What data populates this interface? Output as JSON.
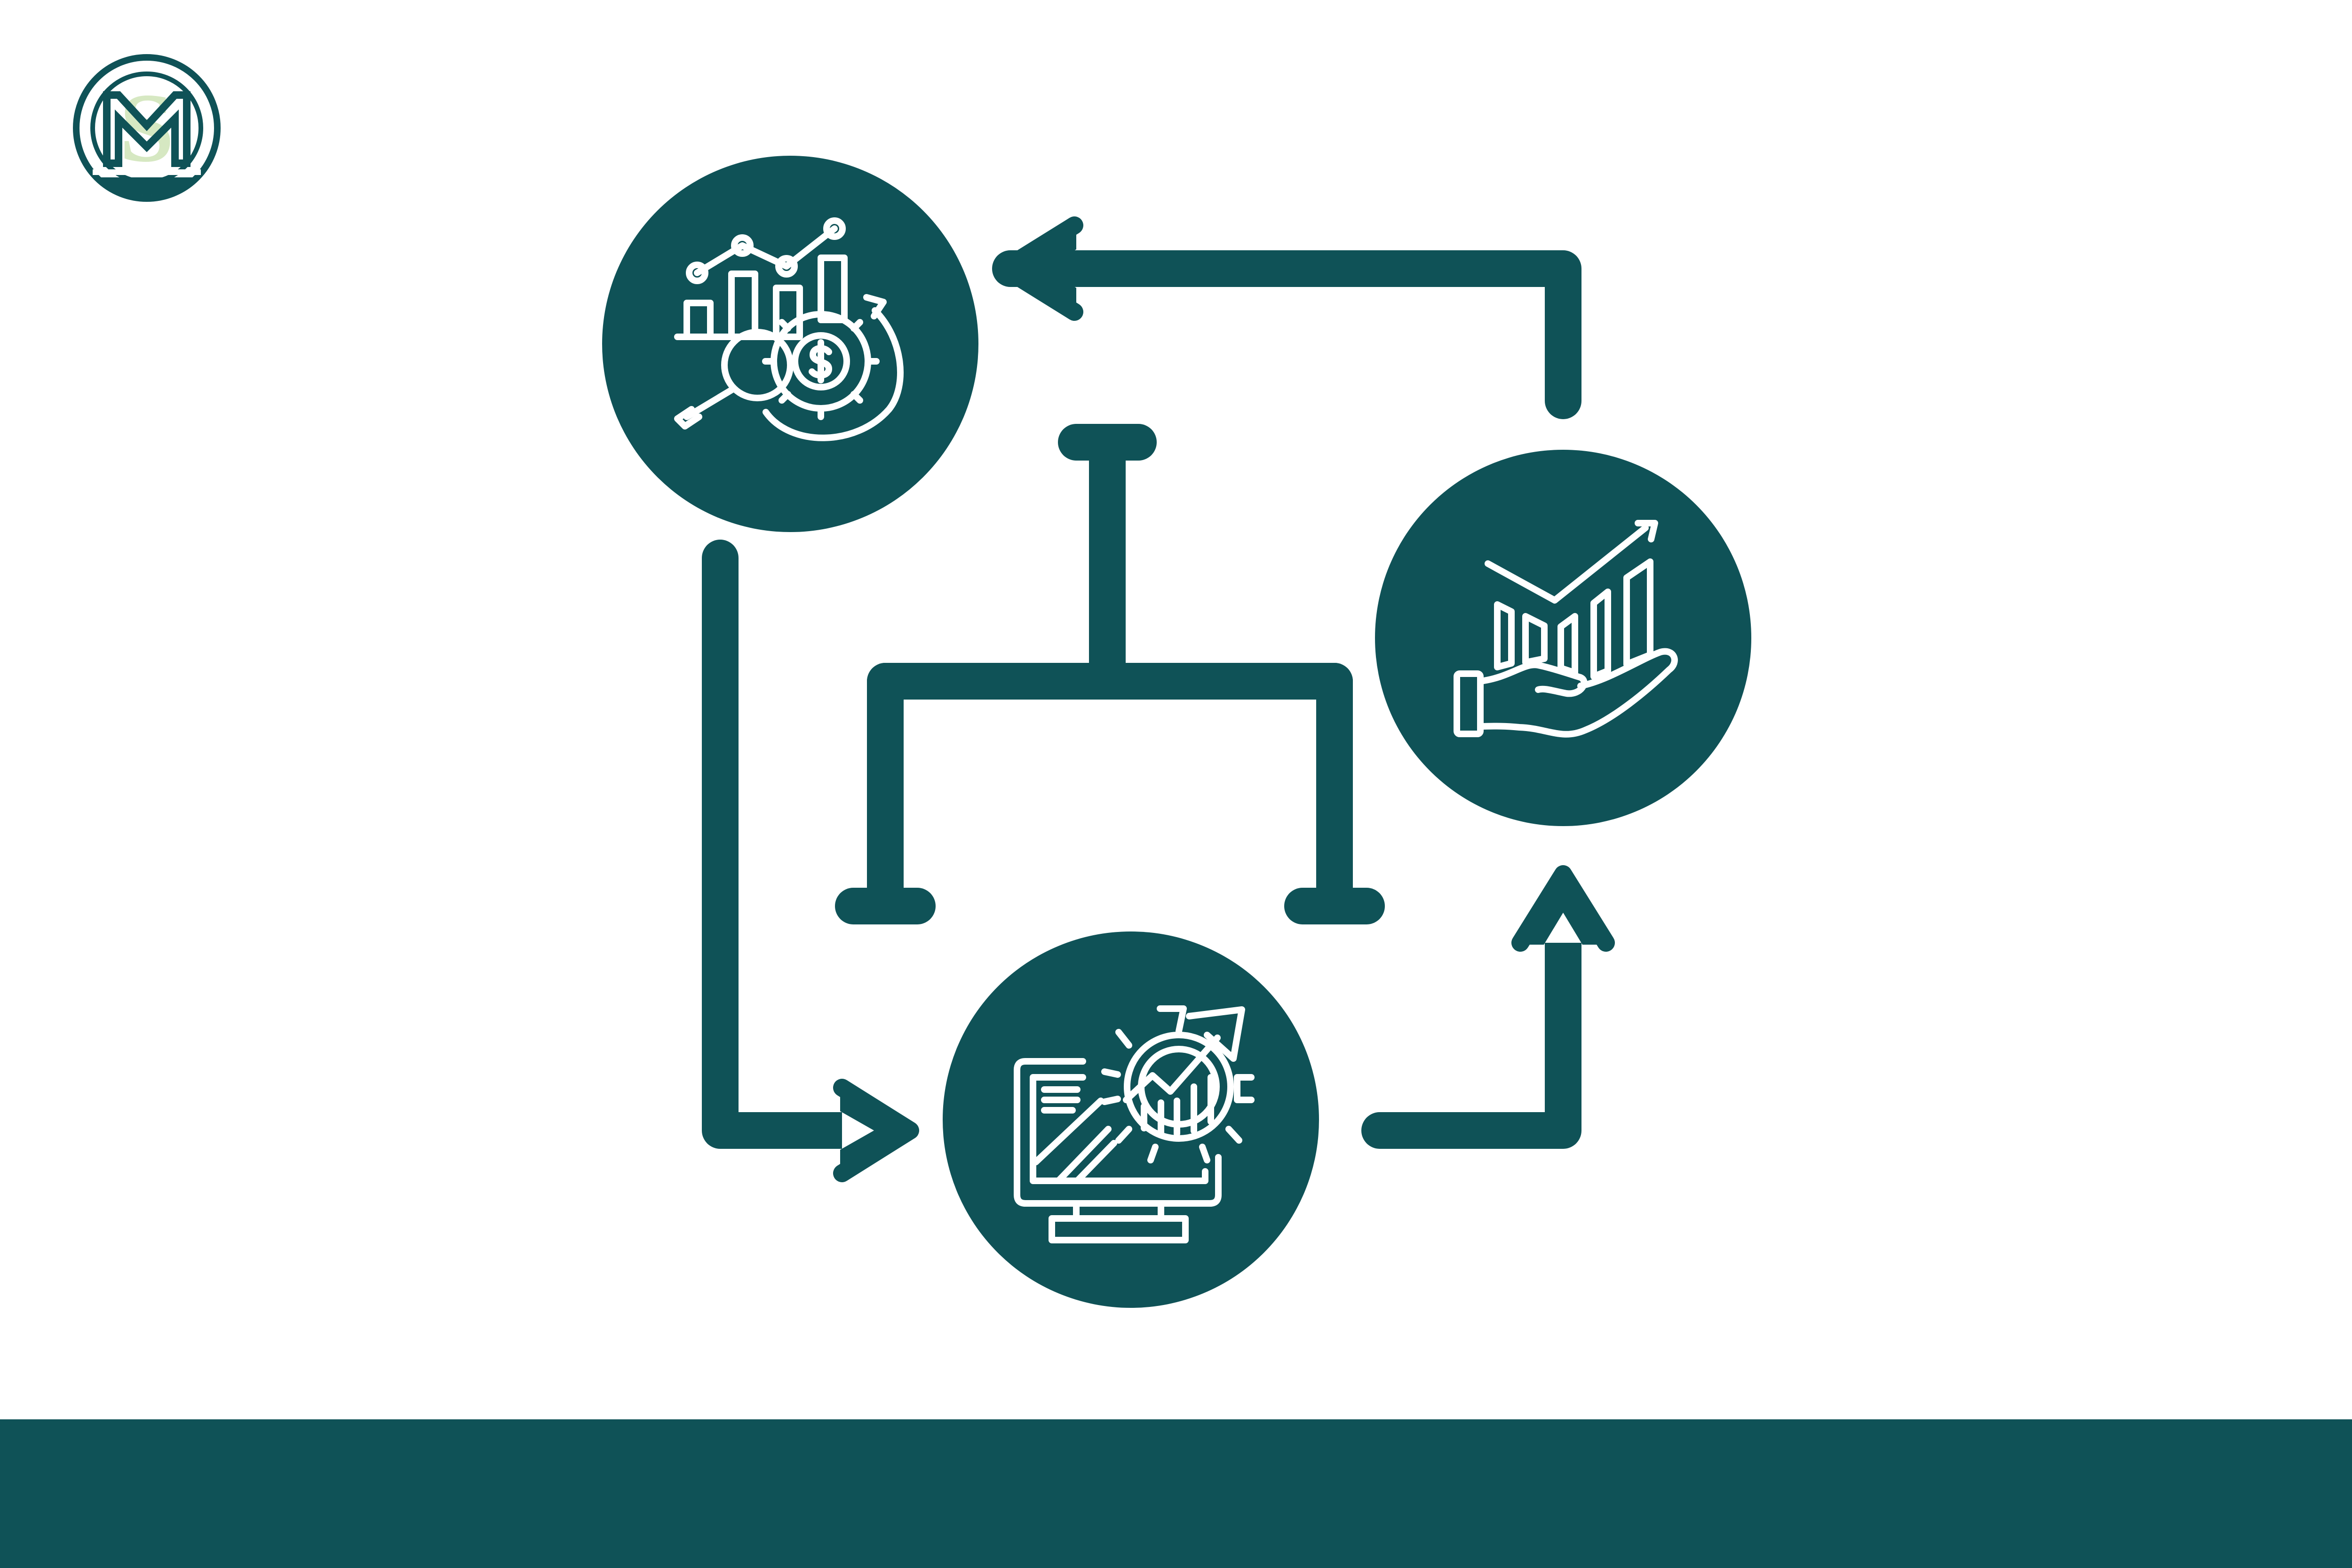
{
  "brand": {
    "logo_letters": "MS",
    "logo_icon": "ms-monogram-logo"
  },
  "colors": {
    "primary": "#0f5257",
    "accent": "#d6e8c2",
    "background": "#ffffff",
    "icon_stroke": "#ffffff"
  },
  "nodes": [
    {
      "id": "analyze-finances",
      "icon": "chart-gear-dollar-magnifier-icon"
    },
    {
      "id": "financial-growth",
      "icon": "hand-holding-rising-bar-chart-icon"
    },
    {
      "id": "investment-monitoring",
      "icon": "computer-gear-growth-chart-icon"
    }
  ],
  "connectors": [
    {
      "from": "financial-growth",
      "to": "analyze-finances",
      "style": "elbow-arrow"
    },
    {
      "from": "analyze-finances",
      "to": "investment-monitoring",
      "style": "elbow-arrow"
    },
    {
      "from": "investment-monitoring",
      "to": "financial-growth",
      "style": "elbow-arrow"
    }
  ],
  "center_symbol": "branching-bracket"
}
